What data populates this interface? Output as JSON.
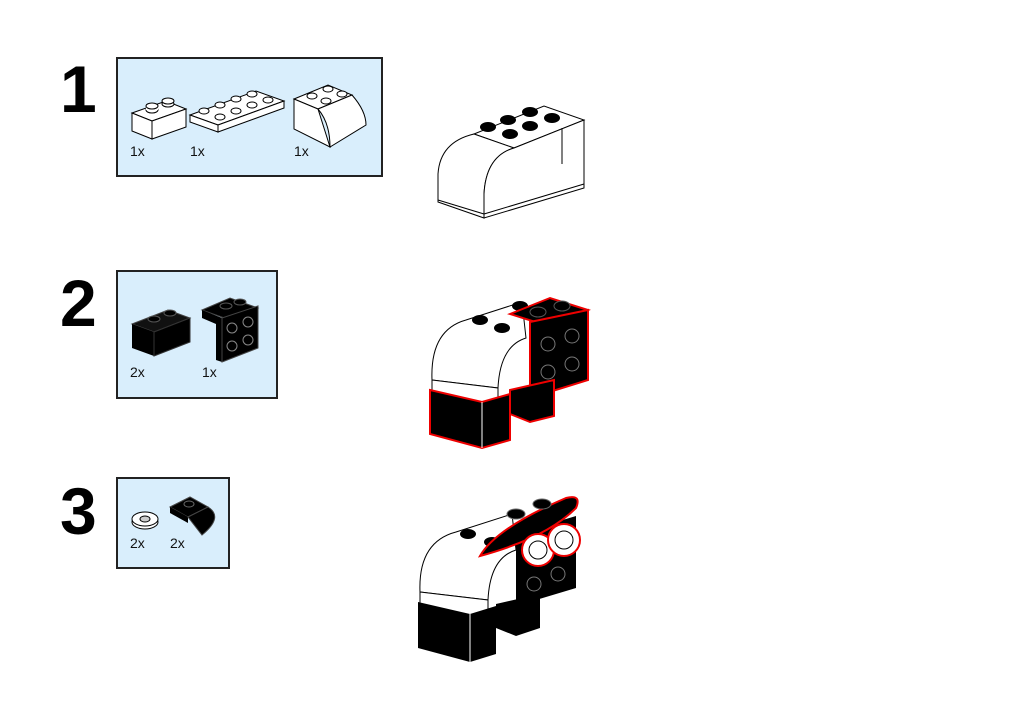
{
  "steps": [
    {
      "number": "1",
      "parts": [
        {
          "name": "brick-1x2-white",
          "qty": "1x"
        },
        {
          "name": "plate-2x4-white",
          "qty": "1x"
        },
        {
          "name": "curved-slope-2x2-white",
          "qty": "1x"
        }
      ]
    },
    {
      "number": "2",
      "parts": [
        {
          "name": "brick-1x2-black",
          "qty": "2x"
        },
        {
          "name": "bracket-black",
          "qty": "1x"
        }
      ]
    },
    {
      "number": "3",
      "parts": [
        {
          "name": "round-tile-eye",
          "qty": "2x"
        },
        {
          "name": "slope-ear-black",
          "qty": "2x"
        }
      ]
    }
  ],
  "colors": {
    "part_box_bg": "#d9eefc",
    "highlight": "#e00000",
    "brick_black": "#000000",
    "brick_white": "#ffffff"
  }
}
